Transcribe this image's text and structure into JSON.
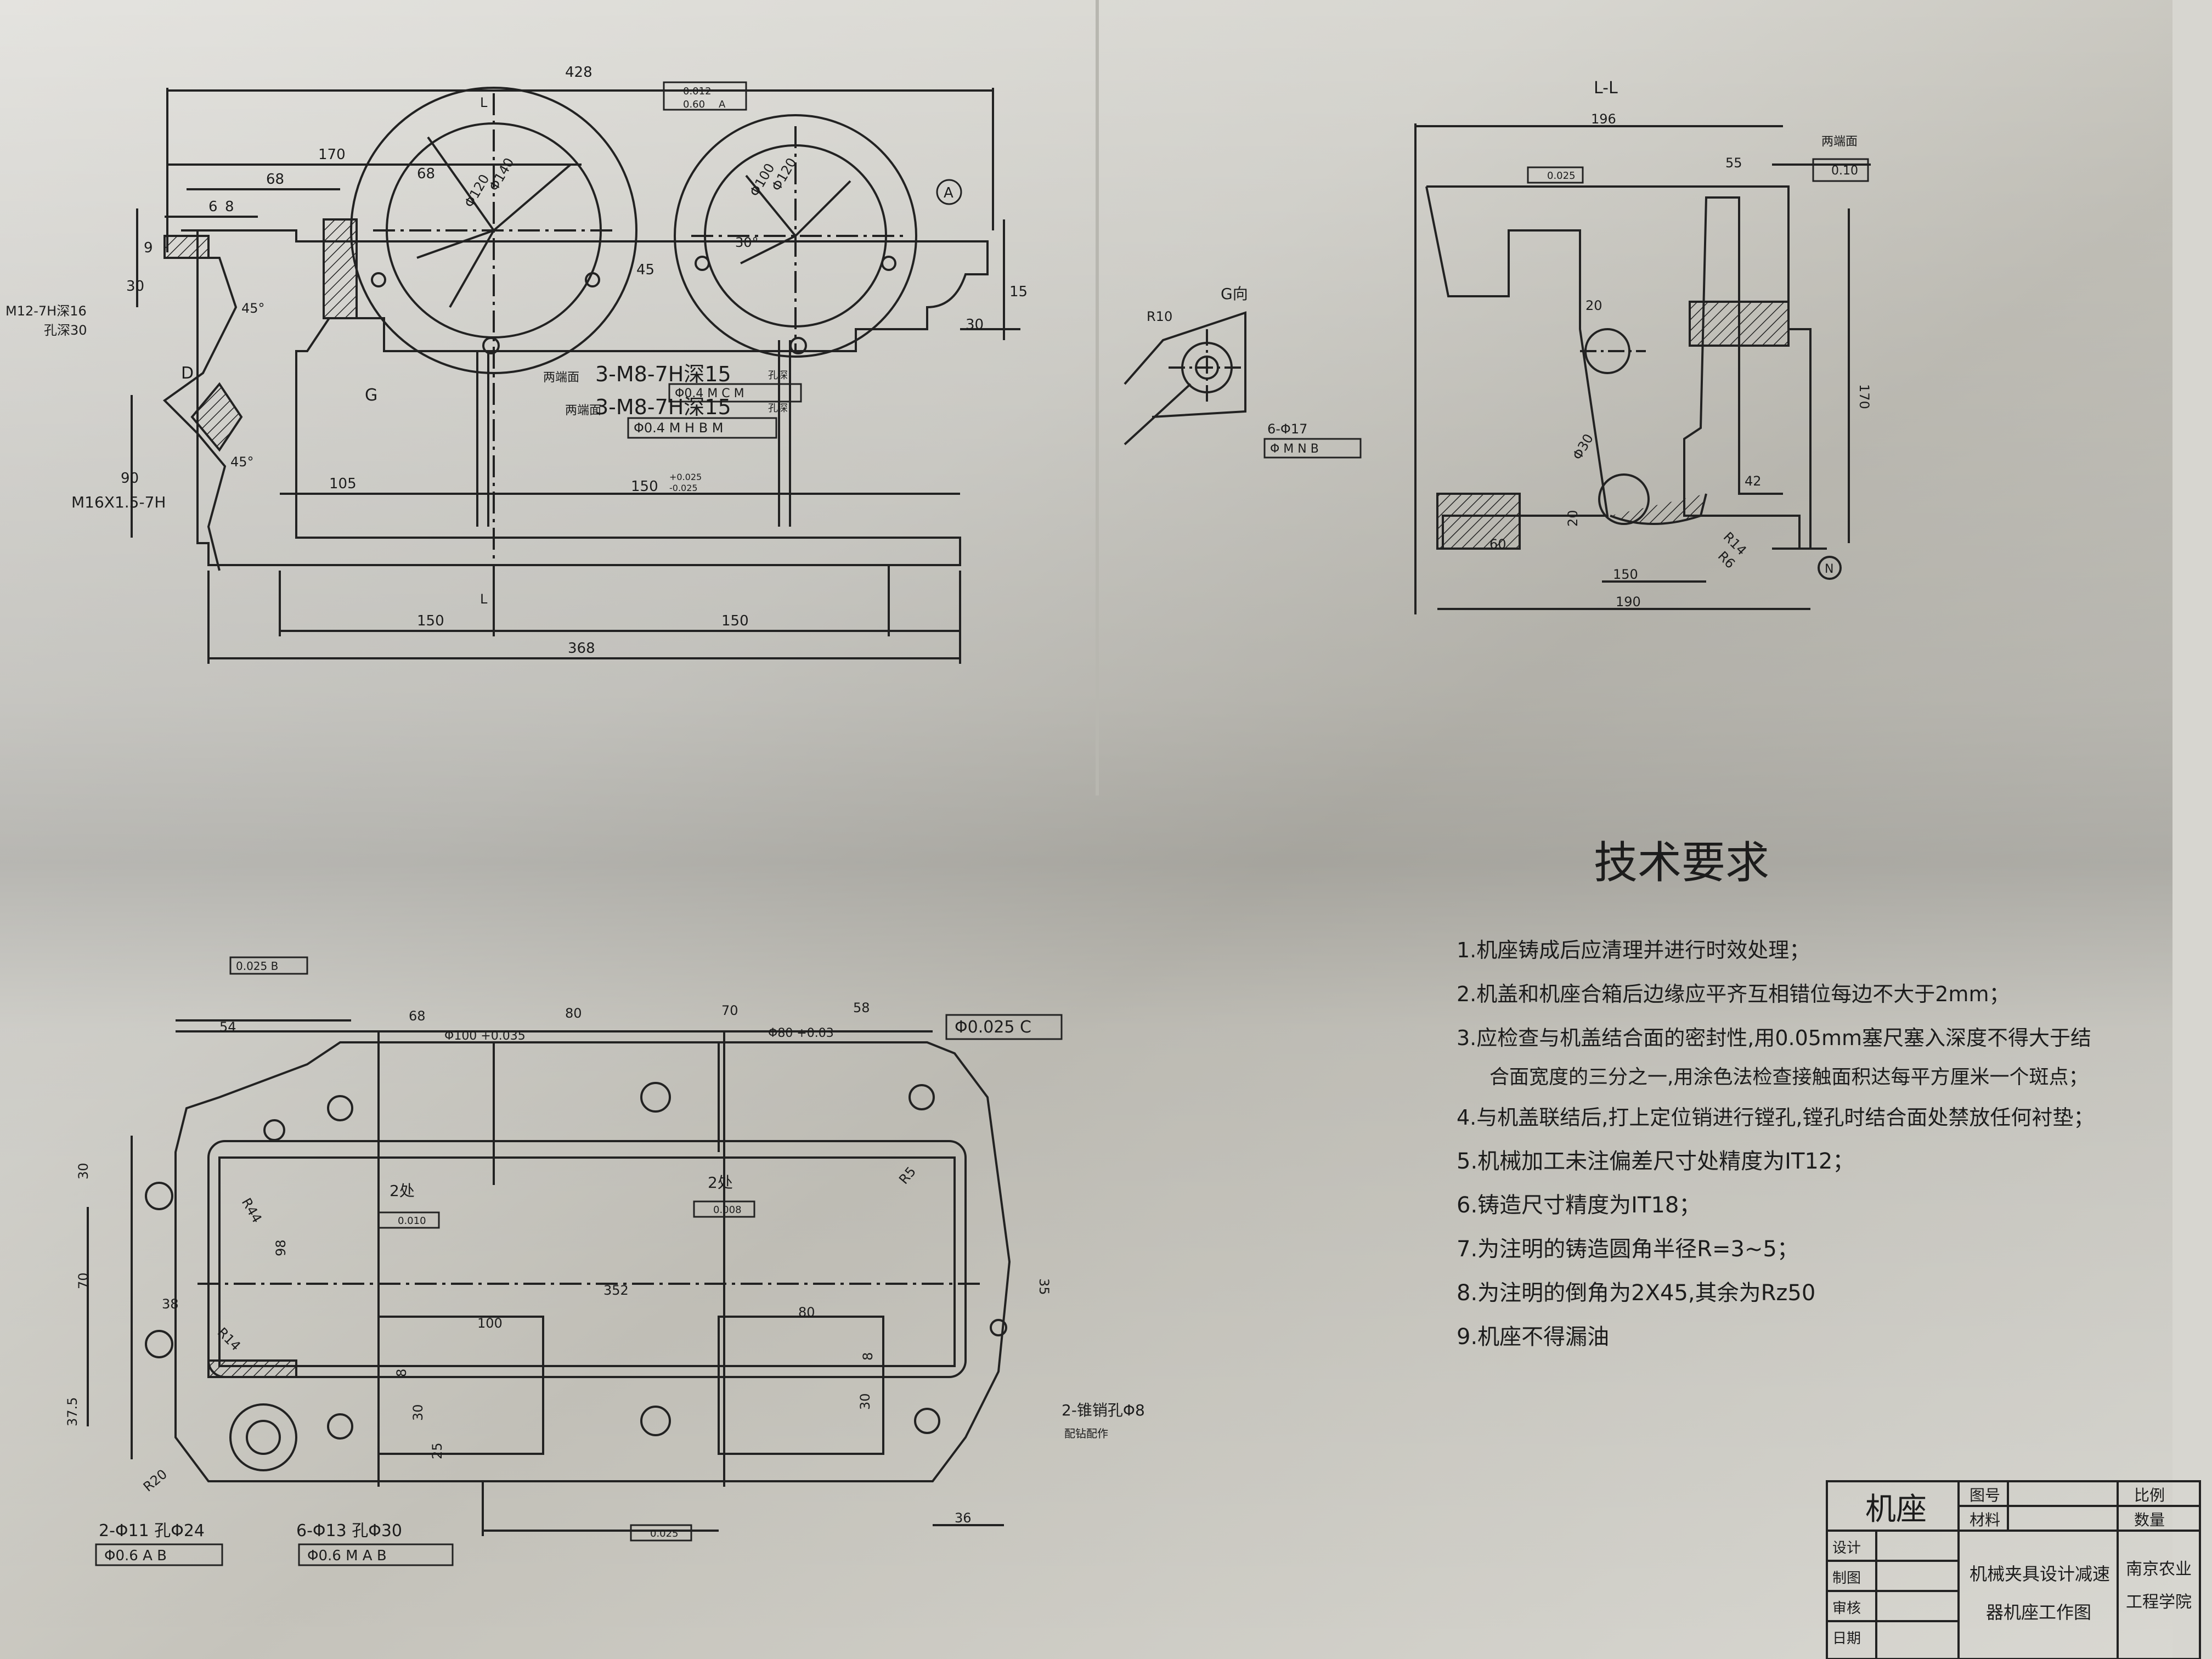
{
  "front_view": {
    "dim_overall_top": "428",
    "dim_170": "170",
    "dim_68": "68",
    "dim_68_circle": "68",
    "dim_6": "6",
    "dim_8": "8",
    "dim_9": "9",
    "dim_30_left": "30",
    "dim_45": "45",
    "dim_15": "15",
    "dim_30_right": "30",
    "dim_90": "90",
    "dim_105": "105",
    "dim_150_tol": "150",
    "tol_upper": "+0.025",
    "tol_lower": "-0.025",
    "dim_150_left": "150",
    "dim_150_right": "150",
    "dim_368": "368",
    "thread_m12": "M12-7H深16",
    "thread_m12_depth": "孔深30",
    "thread_m16": "M16X1.5-7H",
    "dia_big": "Φ140",
    "dia_big_inner": "Φ120",
    "dia_small": "Φ100",
    "dia_small_inner": "Φ120",
    "angle_45a": "45°",
    "angle_45b": "45°",
    "angle_30": "30°",
    "gdt_top_1": "0.012",
    "gdt_top_2": "0.60",
    "gdt_top_ref": "A",
    "datum_A": "A",
    "label_D": "D",
    "label_G": "G",
    "label_L_top": "L",
    "label_L_bottom": "L",
    "hole_1_prefix": "两端面",
    "hole_1_spec": "3-M8-7H深15",
    "hole_1_note": "孔深",
    "hole_1_gdt": "Φ0.4 M C M",
    "hole_2_prefix": "两端面",
    "hole_2_spec": "3-M8-7H深15",
    "hole_2_note": "孔深",
    "hole_2_gdt": "Φ0.4 M H B M"
  },
  "section_view": {
    "title": "L-L",
    "dim_196": "196",
    "dim_55": "55",
    "dim_170": "170",
    "dim_20a": "20",
    "dim_20b": "20",
    "dim_42": "42",
    "dim_60": "60",
    "dim_150": "150",
    "dim_190": "190",
    "r14": "R14",
    "r6": "R6",
    "phi30": "Φ30",
    "both_ends": "两端面",
    "gdt_ends": "0.10",
    "gdt_flat": "0.025",
    "label_N": "N"
  },
  "detail_G": {
    "title": "G向",
    "r10": "R10",
    "holes": "6-Φ17",
    "gdt": "Φ M N B"
  },
  "plan_view": {
    "gdt_top": "0.025 B",
    "dim_54": "54",
    "dim_68": "68",
    "dim_80a": "80",
    "dim_70": "70",
    "dim_58": "58",
    "bore_100": "Φ100 +0.035",
    "bore_80": "Φ80 +0.03",
    "gdt_circ": "Φ0.025 C",
    "both_1": "2处",
    "both_2": "2处",
    "gdt_flat_1": "0.010",
    "gdt_flat_2": "0.008",
    "r44": "R44",
    "r5": "R5",
    "r14": "R14",
    "r20": "R20",
    "dim_30": "30",
    "dim_98": "98",
    "dim_352": "352",
    "dim_38": "38",
    "dim_37_5": "37.5",
    "dim_100": "100",
    "dim_80b": "80",
    "dim_8": "8",
    "dim_30b": "30",
    "dim_25": "25",
    "dim_30c": "30",
    "dim_8b": "8",
    "dim_36": "36",
    "dim_35": "35",
    "hole_2x11": "2-Φ11 孔Φ24",
    "hole_2x11_gdt": "Φ0.6 A B",
    "hole_6x13": "6-Φ13 孔Φ30",
    "hole_6x13_gdt": "Φ0.6 M A B",
    "hole_2_taper": "2-锥销孔Φ8",
    "hole_2_taper_note": "配钻配作",
    "gdt_bottom": "0.025"
  },
  "tech": {
    "heading": "技术要求",
    "items": [
      "1.机座铸成后应清理并进行时效处理；",
      "2.机盖和机座合箱后边缘应平齐互相错位每边不大于2mm；",
      "3.应检查与机盖结合面的密封性,用0.05mm塞尺塞入深度不得大于结",
      "合面宽度的三分之一,用涂色法检查接触面积达每平方厘米一个斑点；",
      "4.与机盖联结后,打上定位销进行镗孔,镗孔时结合面处禁放任何衬垫；",
      "5.机械加工未注偏差尺寸处精度为IT12；",
      "6.铸造尺寸精度为IT18；",
      "7.为注明的铸造圆角半径R=3~5；",
      "8.为注明的倒角为2X45,其余为Rz50",
      "9.机座不得漏油"
    ]
  },
  "title_block": {
    "part_name": "机座",
    "drawing_no_label": "图号",
    "material_label": "材料",
    "scale_label": "比例",
    "qty_label": "数量",
    "design": "设计",
    "drafting": "制图",
    "review": "审核",
    "date": "日期",
    "course_1": "机械夹具设计减速",
    "course_2": "器机座工作图",
    "school_1": "南京农业",
    "school_2": "工程学院"
  }
}
